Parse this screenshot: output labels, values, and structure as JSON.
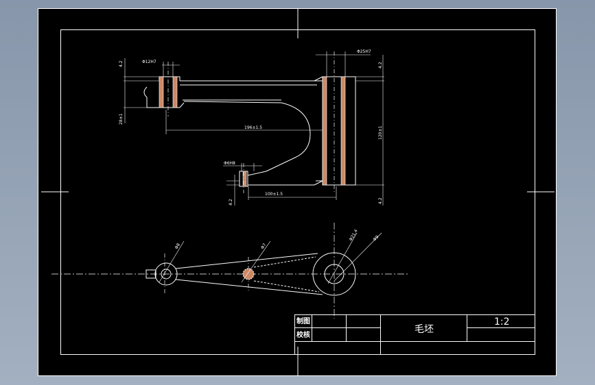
{
  "colors": {
    "workspace": "#8c9bae",
    "sheet": "#000000",
    "line": "#ffffff",
    "hatch": "#cc8866"
  },
  "dimensions": {
    "bore_left_top": "Φ12H7",
    "bore_right_top": "Φ25H7",
    "height_left_top": "4.2",
    "height_right_top": "4.2",
    "height_left_bottom": "4.2",
    "height_right_bottom": "4.2",
    "left_boss_height": "28±1",
    "span_top": "196±1.5",
    "right_boss_height": "120±1",
    "bore_bottom_left": "Φ6H8",
    "span_bottom": "100±1.5",
    "plan_dia_small": "Φ8",
    "plan_dia_mid": "Φ7",
    "plan_dia_large": "Φ21.4",
    "plan_dia_outer": "Φ9"
  },
  "title_block": {
    "drawn_label": "制图",
    "checked_label": "校核",
    "part_name": "毛坯",
    "scale": "1:2"
  }
}
